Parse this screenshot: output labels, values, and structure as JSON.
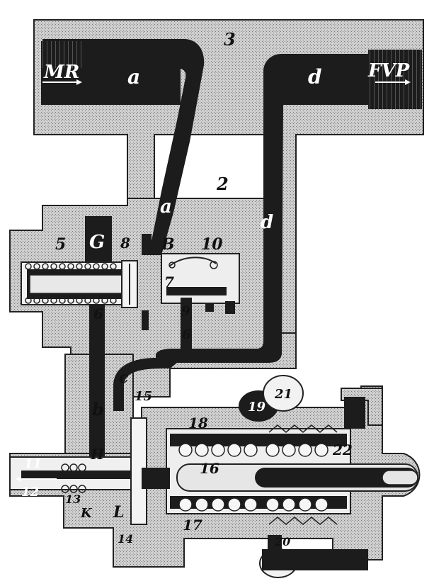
{
  "labels": {
    "mr": "MR",
    "fvp": "FVP",
    "a_top": "a",
    "d_top": "d",
    "n3": "3",
    "n2": "2",
    "a_mid": "a",
    "d_mid": "d",
    "n5": "5",
    "G": "G",
    "n8": "8",
    "B": "B",
    "n10": "10",
    "n7": "7",
    "n6a": "6",
    "n9": "9",
    "n6b": "6",
    "c": "c",
    "b": "b",
    "H": "H",
    "n11": "11",
    "n12": "12",
    "n13": "13",
    "K": "K",
    "L": "L",
    "n14": "14",
    "n15": "15",
    "n18": "18",
    "n16": "16",
    "n17": "17",
    "n19": "19",
    "n21": "21",
    "n22": "22",
    "n20": "20"
  },
  "colors": {
    "passage": "#1c1c1c",
    "body": "#c9c9c9",
    "outline": "#222222"
  }
}
